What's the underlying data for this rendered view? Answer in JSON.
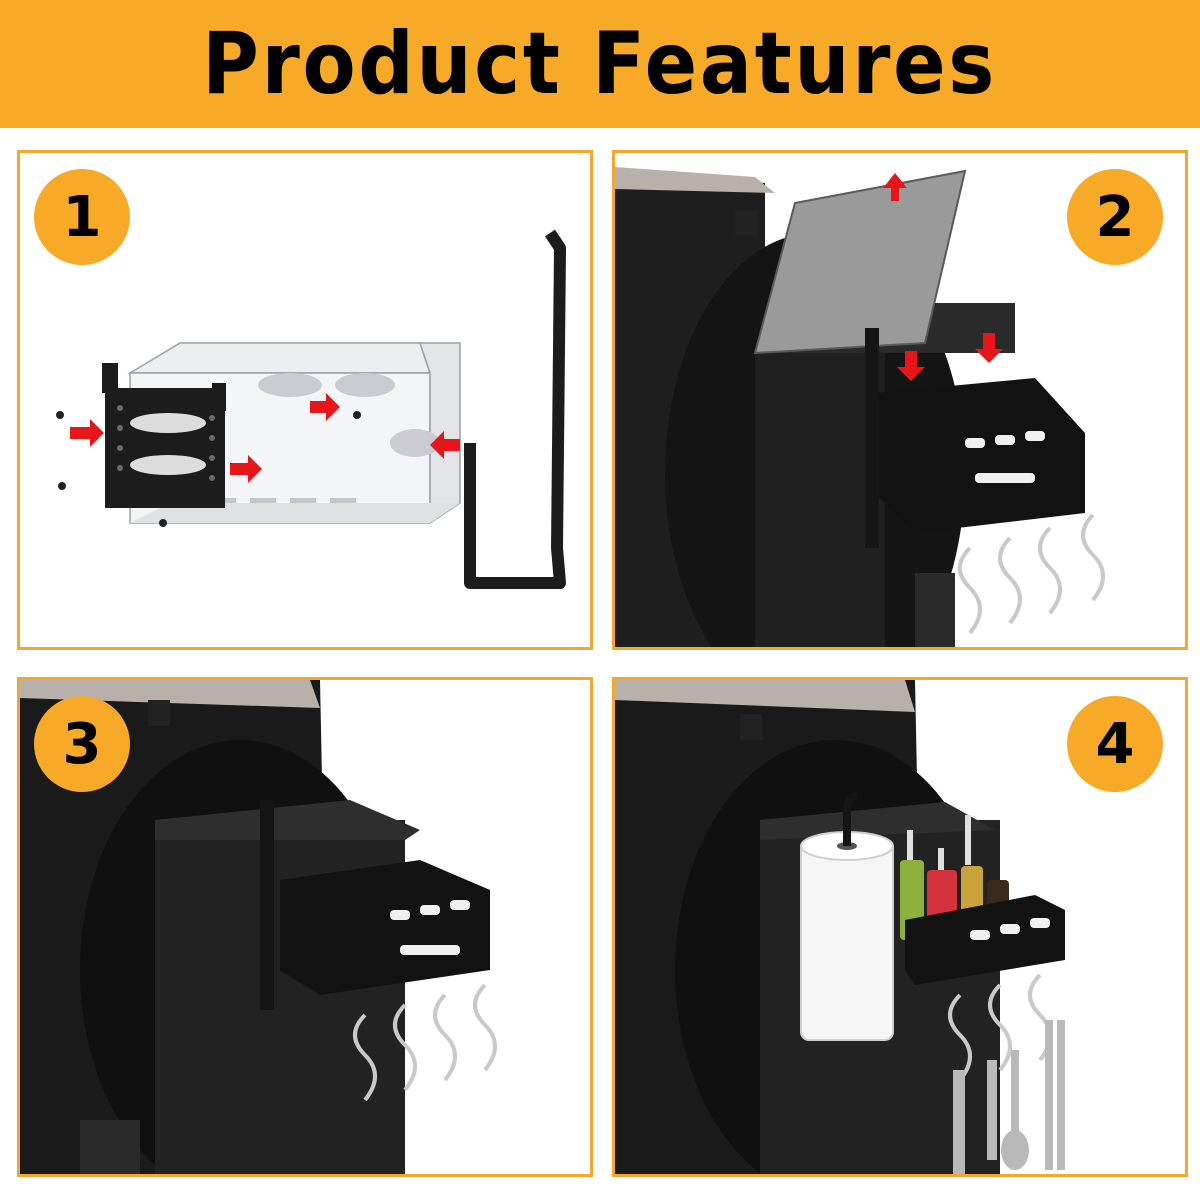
{
  "banner": {
    "title": "Product Features"
  },
  "colors": {
    "accent": "#f7a928",
    "border": "#f2a830",
    "arrow": "#e8151b"
  },
  "steps": [
    {
      "number": "1"
    },
    {
      "number": "2"
    },
    {
      "number": "3"
    },
    {
      "number": "4"
    }
  ]
}
